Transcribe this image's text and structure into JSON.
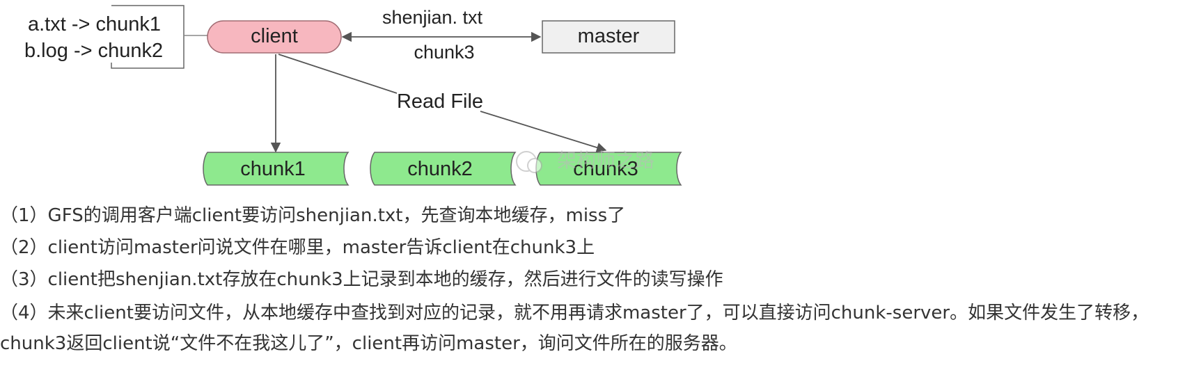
{
  "diagram": {
    "cache": {
      "line1": "a.txt -> chunk1",
      "line2": "b.log -> chunk2"
    },
    "client_label": "client",
    "master_label": "master",
    "edge_request_label": "shenjian. txt",
    "edge_response_label": "chunk3",
    "read_label": "Read File",
    "chunks": [
      "chunk1",
      "chunk2",
      "chunk3"
    ],
    "watermark": "架构师之路",
    "colors": {
      "client_fill": "#f7b7bf",
      "client_stroke": "#a06b72",
      "master_fill": "#f0f0f0",
      "chunk_fill": "#8ee98e",
      "line": "#555555"
    }
  },
  "steps": [
    "（1）GFS的调用客户端client要访问shenjian.txt，先查询本地缓存，miss了",
    "（2）client访问master问说文件在哪里，master告诉client在chunk3上",
    "（3）client把shenjian.txt存放在chunk3上记录到本地的缓存，然后进行文件的读写操作",
    "（4）未来client要访问文件，从本地缓存中查找到对应的记录，就不用再请求master了，可以直接访问chunk-server。如果文件发生了转移，chunk3返回client说“文件不在我这儿了”，client再访问master，询问文件所在的服务器。"
  ]
}
